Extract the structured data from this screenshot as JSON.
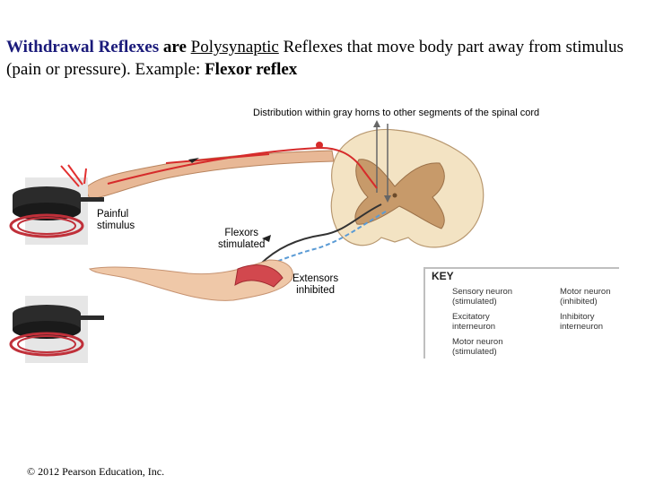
{
  "title": {
    "part1": "Withdrawal Reflexes",
    "part2": " are ",
    "part3": "Polysynaptic",
    "part4": " Reflexes that move body part away from stimulus (pain or pressure). Example: ",
    "part5": "Flexor reflex"
  },
  "labels": {
    "distribution": "Distribution within gray horns to other segments of the spinal cord",
    "painful_stimulus_1": "Painful",
    "painful_stimulus_2": "stimulus",
    "flexors_1": "Flexors",
    "flexors_2": "stimulated",
    "extensors_1": "Extensors",
    "extensors_2": "inhibited"
  },
  "key": {
    "title": "KEY",
    "items": [
      {
        "line1": "Sensory neuron",
        "line2": "(stimulated)",
        "color": "#d62b2b",
        "style": "solid"
      },
      {
        "line1": "Motor neuron",
        "line2": "(inhibited)",
        "color": "#5b9bd5",
        "style": "dashed"
      },
      {
        "line1": "Excitatory",
        "line2": "interneuron",
        "color": "#a0a0a0",
        "style": "solid"
      },
      {
        "line1": "Inhibitory",
        "line2": "interneuron",
        "color": "#222222",
        "style": "dashed"
      },
      {
        "line1": "Motor neuron",
        "line2": "(stimulated)",
        "color": "#333333",
        "style": "solid"
      }
    ]
  },
  "copyright": "© 2012 Pearson Education, Inc.",
  "colors": {
    "title_blue": "#1a1a7a",
    "sensory": "#d62b2b",
    "motor_inhibited": "#5b9bd5",
    "spinal_white_matter": "#f3e3c3",
    "spinal_gray_matter": "#c79a6a"
  }
}
